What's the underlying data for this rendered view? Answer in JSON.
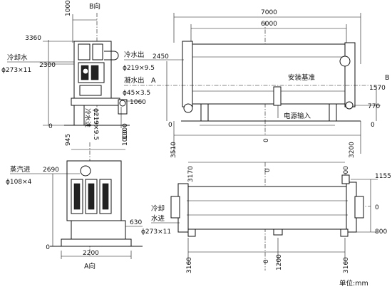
{
  "views": {
    "b_view": {
      "title": "B向",
      "dim_top": "1000",
      "dim_bottom": "1000",
      "level_top": "3360",
      "level_mid": "2300",
      "level_bottom": "0",
      "right_level": "1060",
      "cooling_water_label": "冷却水",
      "cooling_water_size": "ϕ273×11",
      "condensate_label": "冷水进",
      "condensate_size": "ϕ219×9.5"
    },
    "a_view": {
      "title": "A向",
      "dim_945": "945",
      "dim_1000": "1000",
      "level_2690": "2690",
      "level_630": "630",
      "level_0": "0",
      "width": "2200",
      "steam_label": "蒸汽进",
      "steam_size": "ϕ108×4"
    },
    "front_view": {
      "overall_length": "7000",
      "shell_length": "6000",
      "outlet_label": "冷水出",
      "outlet_size": "ϕ219×9.5",
      "outlet_level": "2450",
      "condensate_out_label": "凝水出",
      "condensate_out_size": "ϕ45×3.5",
      "mark_a": "A",
      "mark_b": "B",
      "datum_label": "安装基准",
      "datum_level": "1570",
      "level_770": "770",
      "level_0_left": "0",
      "level_0_right": "0",
      "level_0_mid": "0",
      "power_label": "电源输入",
      "dim_3510": "3510",
      "dim_3200": "3200"
    },
    "plan_view": {
      "dim_3170": "3170",
      "dim_2900": "2900",
      "dim_0_top": "0",
      "level_1155": "1155",
      "level_0": "0",
      "level_800": "800",
      "cooling_in_label_1": "冷却",
      "cooling_in_label_2": "水进",
      "cooling_in_size": "ϕ273×11",
      "dim_3160_left": "3160",
      "dim_0_bottom": "0",
      "dim_1200": "1200",
      "dim_3160_right": "3160"
    }
  },
  "unit_label": "单位:mm"
}
